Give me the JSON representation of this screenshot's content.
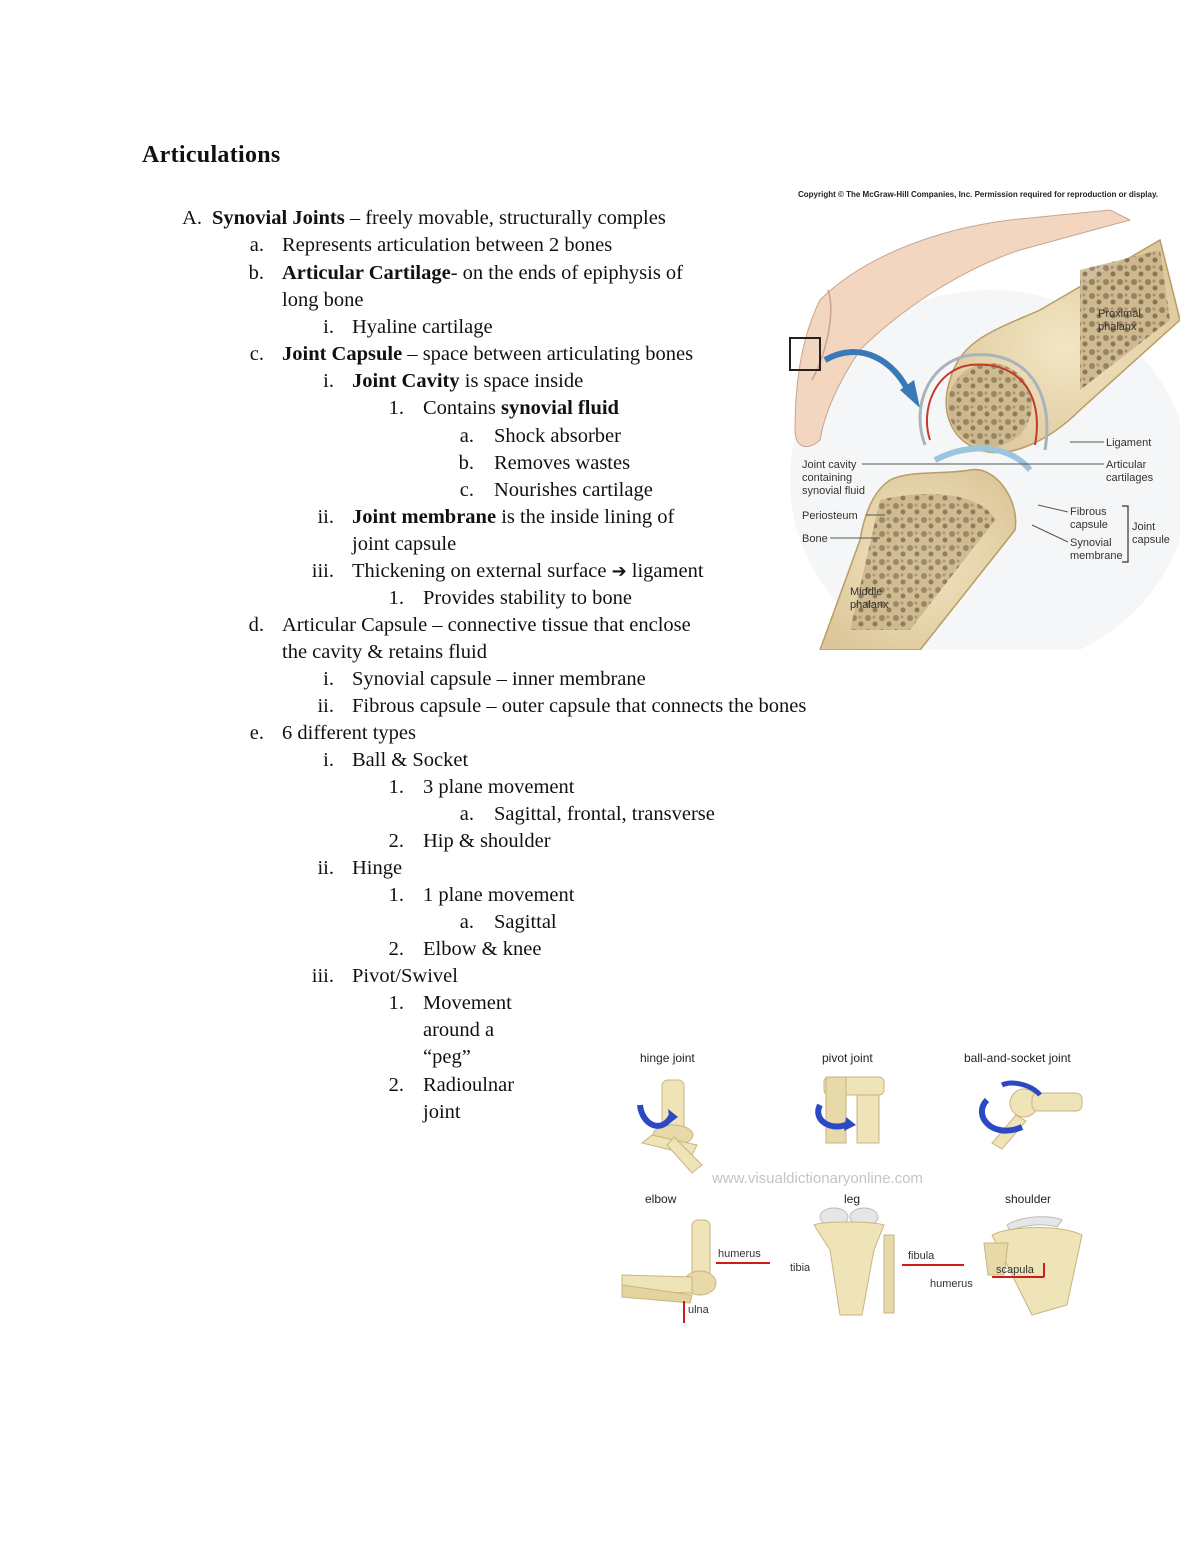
{
  "title": "Articulations",
  "outline": {
    "A": {
      "marker": "A.",
      "bold": "Synovial Joints",
      "rest": " – freely movable, structurally comples"
    },
    "a": {
      "marker": "a.",
      "text": "Represents articulation between 2 bones"
    },
    "b": {
      "marker": "b.",
      "bold": "Articular Cartilage",
      "rest": "- on the ends of epiphysis of",
      "cont": "long bone"
    },
    "b_i": {
      "marker": "i.",
      "text": "Hyaline cartilage"
    },
    "c": {
      "marker": "c.",
      "bold": "Joint Capsule",
      "rest": " – space between articulating bones"
    },
    "c_i": {
      "marker": "i.",
      "bold": "Joint Cavity",
      "rest": " is space inside"
    },
    "c_i_1": {
      "marker": "1.",
      "pre": "Contains ",
      "bold": "synovial fluid"
    },
    "c_i_1_a": {
      "marker": "a.",
      "text": "Shock absorber"
    },
    "c_i_1_b": {
      "marker": "b.",
      "text": "Removes wastes"
    },
    "c_i_1_c": {
      "marker": "c.",
      "text": "Nourishes cartilage"
    },
    "c_ii": {
      "marker": "ii.",
      "bold": "Joint membrane",
      "rest": " is the inside lining of",
      "cont": "joint capsule"
    },
    "c_iii": {
      "marker": "iii.",
      "pre": "Thickening on external surface ",
      "arrow": "➔",
      "post": " ligament"
    },
    "c_iii_1": {
      "marker": "1.",
      "text": "Provides stability to bone"
    },
    "d": {
      "marker": "d.",
      "text": "Articular Capsule – connective tissue that enclose",
      "cont": "the cavity & retains fluid"
    },
    "d_i": {
      "marker": "i.",
      "text": "Synovial capsule – inner membrane"
    },
    "d_ii": {
      "marker": "ii.",
      "text": "Fibrous capsule – outer capsule that connects the bones"
    },
    "e": {
      "marker": "e.",
      "text": "6 different types"
    },
    "e_i": {
      "marker": "i.",
      "text": "Ball & Socket"
    },
    "e_i_1": {
      "marker": "1.",
      "text": "3 plane movement"
    },
    "e_i_1_a": {
      "marker": "a.",
      "text": "Sagittal, frontal, transverse"
    },
    "e_i_2": {
      "marker": "2.",
      "text": "Hip & shoulder"
    },
    "e_ii": {
      "marker": "ii.",
      "text": "Hinge"
    },
    "e_ii_1": {
      "marker": "1.",
      "text": "1 plane movement"
    },
    "e_ii_1_a": {
      "marker": "a.",
      "text": "Sagittal"
    },
    "e_ii_2": {
      "marker": "2.",
      "text": "Elbow & knee"
    },
    "e_iii": {
      "marker": "iii.",
      "text": "Pivot/Swivel"
    },
    "e_iii_1": {
      "marker": "1.",
      "lines": [
        "Movement",
        "around a",
        "“peg”"
      ]
    },
    "e_iii_2": {
      "marker": "2.",
      "lines": [
        "Radioulnar",
        "joint"
      ]
    }
  },
  "synovial_figure": {
    "copyright": "Copyright © The McGraw-Hill Companies, Inc. Permission required for reproduction or display.",
    "labels": {
      "proximal_phalanx": [
        "Proximal",
        "phalanx"
      ],
      "ligament": "Ligament",
      "articular_cartilages": [
        "Articular",
        "cartilages"
      ],
      "joint_cavity": [
        "Joint cavity",
        "containing",
        "synovial fluid"
      ],
      "periosteum": "Periosteum",
      "bone": "Bone",
      "fibrous_capsule": [
        "Fibrous",
        "capsule"
      ],
      "synovial_membrane": [
        "Synovial",
        "membrane"
      ],
      "joint_capsule": [
        "Joint",
        "capsule"
      ],
      "middle_phalanx": [
        "Middle",
        "phalanx"
      ]
    }
  },
  "joint_types_figure": {
    "types": [
      "hinge joint",
      "pivot joint",
      "ball-and-socket joint"
    ],
    "watermark": "www.visualdictionaryonline.com",
    "regions": [
      "elbow",
      "leg",
      "shoulder"
    ],
    "labels": {
      "humerus": "humerus",
      "ulna": "ulna",
      "tibia": "tibia",
      "fibula": "fibula",
      "humerus2": "humerus",
      "scapula": "scapula"
    },
    "colors": {
      "bone": "#efe3b8",
      "bone_shadow": "#d8c488",
      "arrow_blue": "#2c49c4",
      "label_red": "#d11a1a"
    }
  }
}
